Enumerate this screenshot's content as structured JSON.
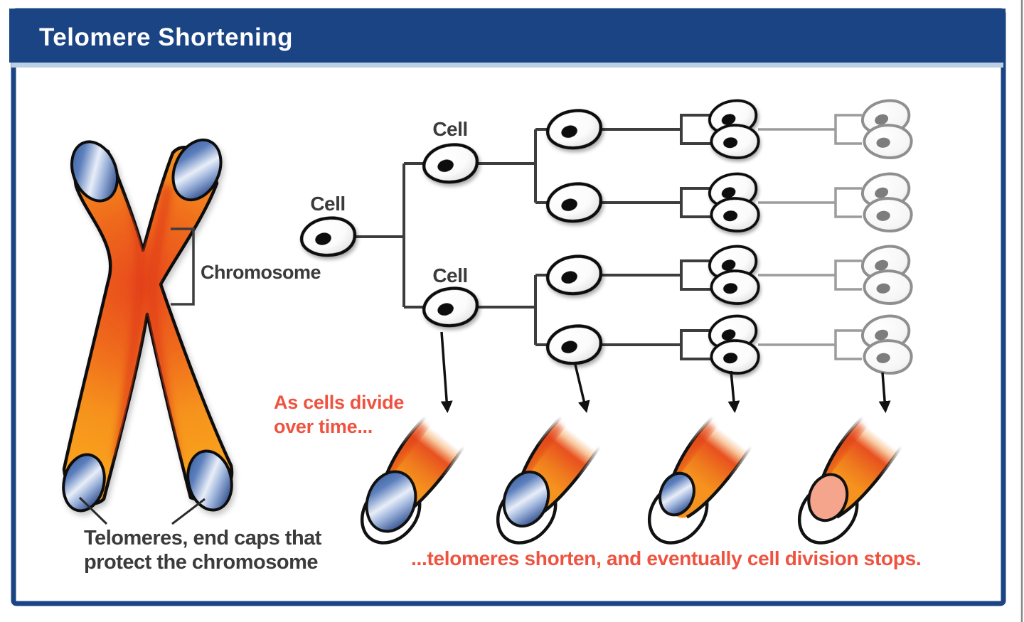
{
  "header": {
    "title": "Telomere Shortening"
  },
  "colors": {
    "frame_navy": "#1B4484",
    "separator_light_blue": "#BCD0E4",
    "accent_red": "#EF5340",
    "chromosome_orange": "#F6921E",
    "chromosome_red_orange": "#E8491F",
    "telomere_blue": "#3A5FA5",
    "label_gray": "#3B3B3B",
    "faded_cell_gray": "#9A9A9A",
    "exposed_end_salmon": "#F4A58C"
  },
  "chromosome": {
    "label": "Chromosome",
    "caption_line1": "Telomeres, end caps that",
    "caption_line2": "protect the chromosome"
  },
  "tree": {
    "root_label": "Cell",
    "branch_top_label": "Cell",
    "branch_bottom_label": "Cell"
  },
  "captions": {
    "divide_line1": "As cells divide",
    "divide_line2": "over time...",
    "shorten": "...telomeres shorten, and eventually cell division stops."
  }
}
